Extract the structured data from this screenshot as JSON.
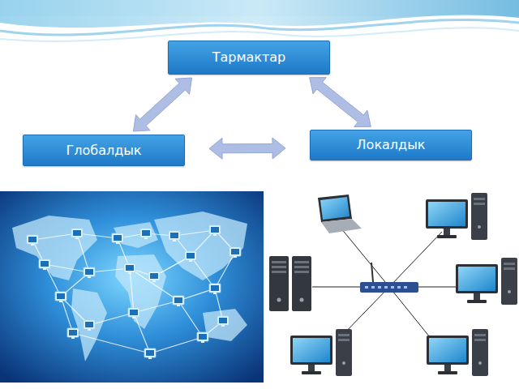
{
  "diagram": {
    "nodes": [
      {
        "text": [
          "Тармактар"
        ]
      },
      {
        "text": [
          "Глобалдык"
        ]
      },
      {
        "text": [
          "Локалдык"
        ]
      }
    ],
    "edges": [
      {
        "from": 0,
        "to": 1,
        "arrow": "both"
      },
      {
        "from": 0,
        "to": 2,
        "arrow": "both"
      },
      {
        "from": 1,
        "to": 2,
        "arrow": "both"
      }
    ]
  }
}
